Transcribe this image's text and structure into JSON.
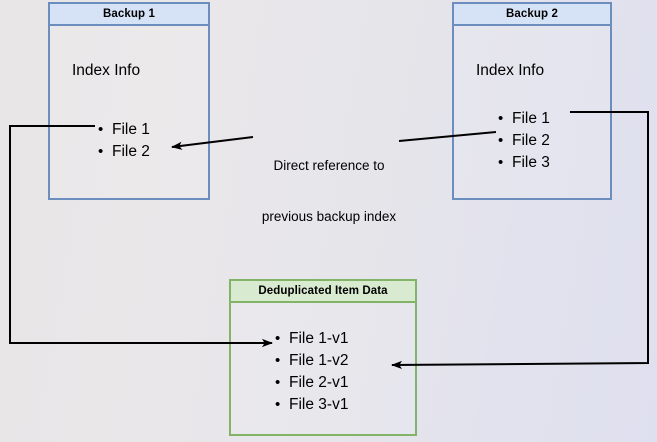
{
  "diagram": {
    "title_hidden": "",
    "background_gradient": [
      "#e8e6e6",
      "#dfe0ef"
    ],
    "nodes": {
      "backup1": {
        "header": "Backup 1",
        "index_label": "Index Info",
        "border_color": "#6c8ebf",
        "header_fill": "#d6e3f7",
        "files": [
          {
            "label": "File 1"
          },
          {
            "label": "File 2"
          }
        ]
      },
      "backup2": {
        "header": "Backup 2",
        "index_label": "Index Info",
        "border_color": "#6c8ebf",
        "header_fill": "#d6e3f7",
        "files": [
          {
            "label": "File 1"
          },
          {
            "label": "File 2"
          },
          {
            "label": "File 3"
          }
        ]
      },
      "dedup": {
        "header": "Deduplicated Item Data",
        "border_color": "#82b366",
        "header_fill": "#d8ead0",
        "files": [
          {
            "label": "File 1-v1"
          },
          {
            "label": "File 1-v2"
          },
          {
            "label": "File 2-v1"
          },
          {
            "label": "File 3-v1"
          }
        ]
      }
    },
    "edges": {
      "direct_reference": {
        "label_line1": "Direct reference to",
        "label_line2": "previous backup index"
      }
    }
  }
}
